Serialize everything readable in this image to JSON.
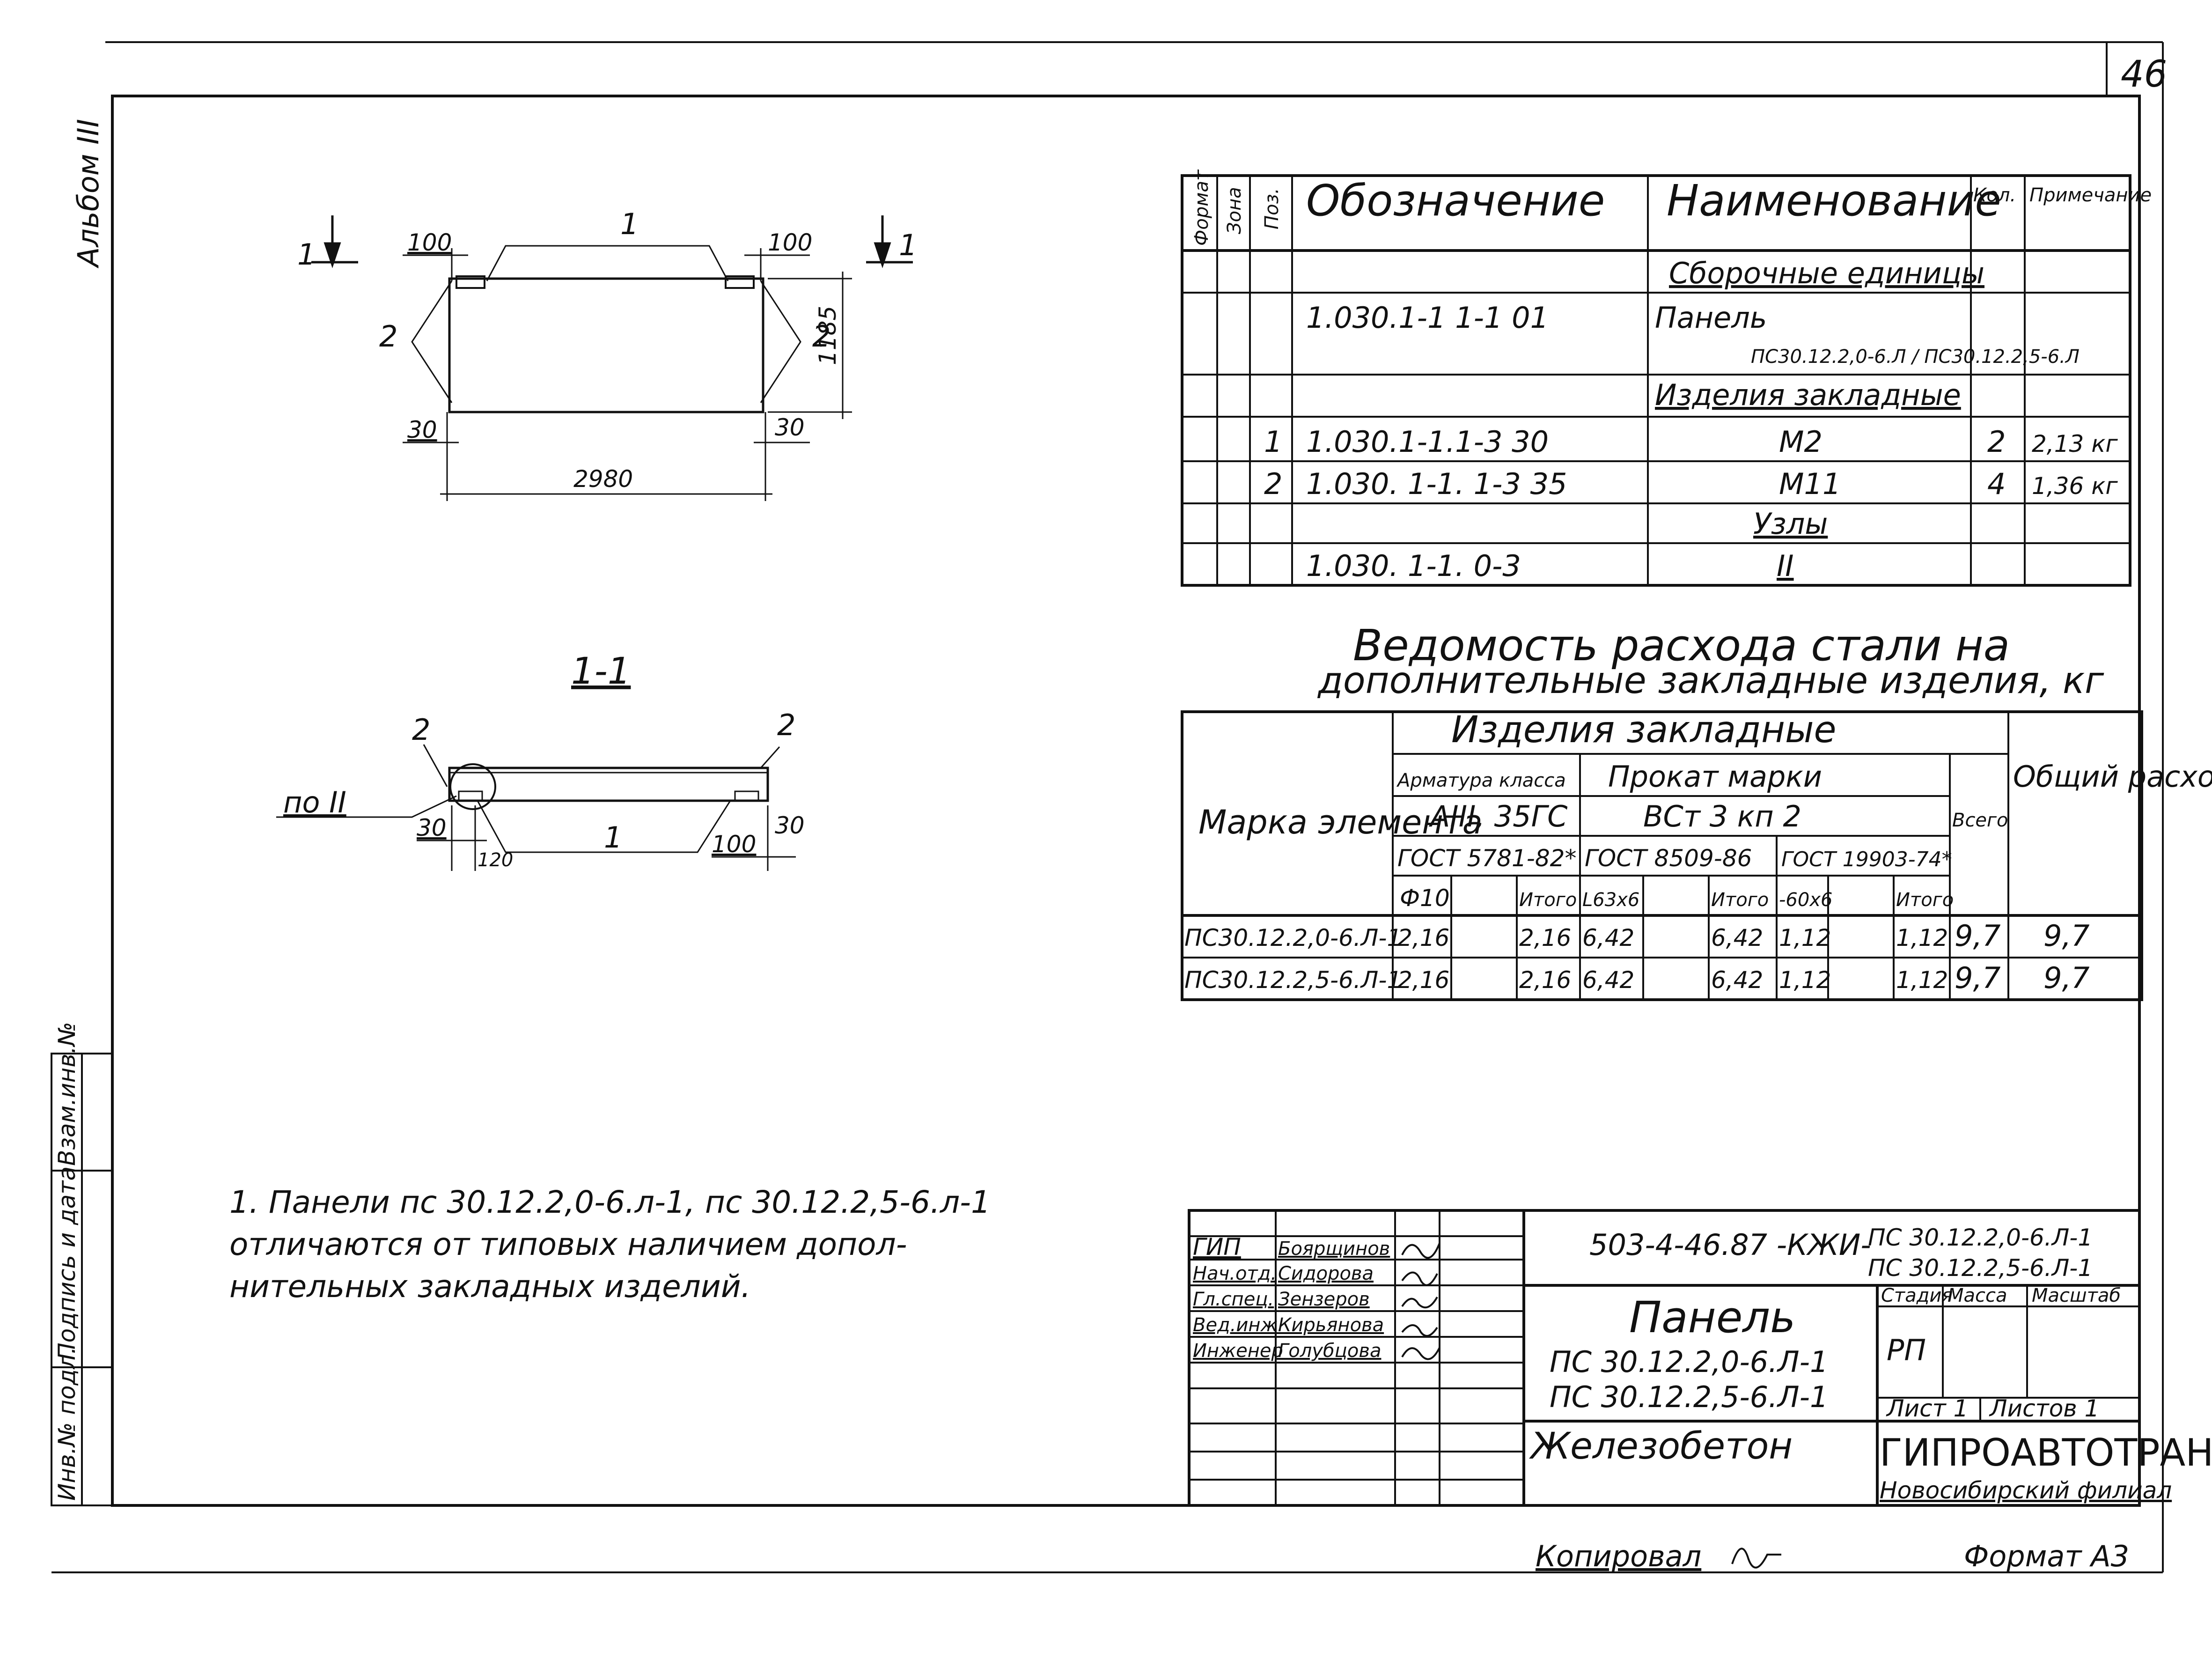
{
  "sheet_number": "46",
  "album_label": "Альбом III",
  "side_stamp": {
    "vzam_inv": "Взам.инв.№",
    "podpis_data": "Подпись и дата",
    "inv_podl": "Инв.№ подл."
  },
  "plan": {
    "dim_100_left": "100",
    "dim_100_right": "100",
    "dim_30_left": "30",
    "dim_30_right": "30",
    "dim_1185": "1185",
    "dim_2980": "2980",
    "pos_1": "1",
    "pos_2_left": "2",
    "pos_2_right": "2",
    "cut_left": "1",
    "cut_right": "1"
  },
  "section": {
    "title": "1-1",
    "pos_2_left": "2",
    "pos_2_right": "2",
    "pos_1": "1",
    "node_ref": "по II",
    "dim_30_left": "30",
    "dim_120": "120",
    "dim_30_right": "30",
    "dim_100": "100"
  },
  "spec_table": {
    "headers": {
      "format": "Формат",
      "zone": "Зона",
      "pos": "Поз.",
      "designation": "Обозначение",
      "name": "Наименование",
      "qty": "Кол.",
      "note": "Примечание"
    },
    "rows": [
      {
        "pos": "",
        "designation": "",
        "name": "Сборочные единицы",
        "name2": "",
        "qty": "",
        "note": "",
        "underline": true
      },
      {
        "pos": "",
        "designation": "1.030.1-1 1-1 01",
        "name": "Панель",
        "name2": "ПС30.12.2,0-6.Л / ПС30.12.2,5-6.Л",
        "qty": "",
        "note": ""
      },
      {
        "pos": "",
        "designation": "",
        "name": "Изделия закладные",
        "name2": "",
        "qty": "",
        "note": "",
        "underline": true
      },
      {
        "pos": "1",
        "designation": "1.030.1-1.1-3   30",
        "name": "М2",
        "name2": "",
        "qty": "2",
        "note": "2,13 кг"
      },
      {
        "pos": "2",
        "designation": "1.030. 1-1. 1-3   35",
        "name": "М11",
        "name2": "",
        "qty": "4",
        "note": "1,36 кг"
      },
      {
        "pos": "",
        "designation": "",
        "name": "Узлы",
        "name2": "",
        "qty": "",
        "note": "",
        "underline": true
      },
      {
        "pos": "",
        "designation": "1.030. 1-1. 0-3",
        "name": "II",
        "name2": "",
        "qty": "",
        "note": ""
      }
    ]
  },
  "steel": {
    "title_line1": "Ведомость расхода стали на",
    "title_line2": "дополнительные закладные изделия, кг",
    "h_marka": "Марка элемента",
    "h_izdelia": "Изделия закладные",
    "h_armatura": "Арматура класса",
    "h_armatura_grade": "АIII, 35ГС",
    "h_armatura_gost": "ГОСТ 5781-82*",
    "h_prokat": "Прокат марки",
    "h_prokat_grade": "ВСт 3 кп 2",
    "h_gost_8509": "ГОСТ 8509-86",
    "h_gost_19903": "ГОСТ 19903-74*",
    "h_vsego": "Всего",
    "h_obshiy": "Общий расход",
    "sub_headers": [
      "Ф10",
      "",
      "Итого",
      "L63x6",
      "",
      "Итого",
      "-60x6",
      "",
      "Итого"
    ],
    "rows": [
      [
        "ПС30.12.2,0-6.Л-1",
        "2,16",
        "",
        "2,16",
        "6,42",
        "",
        "6,42",
        "1,12",
        "",
        "1,12",
        "9,7",
        "9,7"
      ],
      [
        "ПС30.12.2,5-6.Л-1",
        "2,16",
        "",
        "2,16",
        "6,42",
        "",
        "6,42",
        "1,12",
        "",
        "1,12",
        "9,7",
        "9,7"
      ]
    ]
  },
  "note": {
    "line1": "1. Панели пс 30.12.2,0-6.л-1,  пс 30.12.2,5-6.л-1",
    "line2": "отличаются  от  типовых  наличием  допол-",
    "line3": "нительных  закладных     изделий."
  },
  "title_block": {
    "doc_code": "503-4-46.87 -КЖИ-",
    "doc_marks_1": "ПС 30.12.2,0-6.Л-1",
    "doc_marks_2": "ПС 30.12.2,5-6.Л-1",
    "staff": [
      {
        "role": "ГИП",
        "name": "Боярщинов"
      },
      {
        "role": "Нач.отд.",
        "name": "Сидорова"
      },
      {
        "role": "Гл.спец.",
        "name": "Зензеров"
      },
      {
        "role": "Вед.инж.",
        "name": "Кирьянова"
      },
      {
        "role": "Инженер",
        "name": "Голубцова"
      }
    ],
    "product_title": "Панель",
    "product_mark_1": "ПС 30.12.2,0-6.Л-1",
    "product_mark_2": "ПС 30.12.2,5-6.Л-1",
    "material": "Железобетон",
    "stadia_label": "Стадия",
    "massa_label": "Масса",
    "masshtab_label": "Масштаб",
    "stadia_value": "РП",
    "list_label": "Лист 1",
    "listov_label": "Листов 1",
    "org_name": "ГИПРОАВТОТРАНС",
    "org_branch": "Новосибирский филиал"
  },
  "footer": {
    "copied": "Копировал",
    "format": "Формат А3"
  }
}
